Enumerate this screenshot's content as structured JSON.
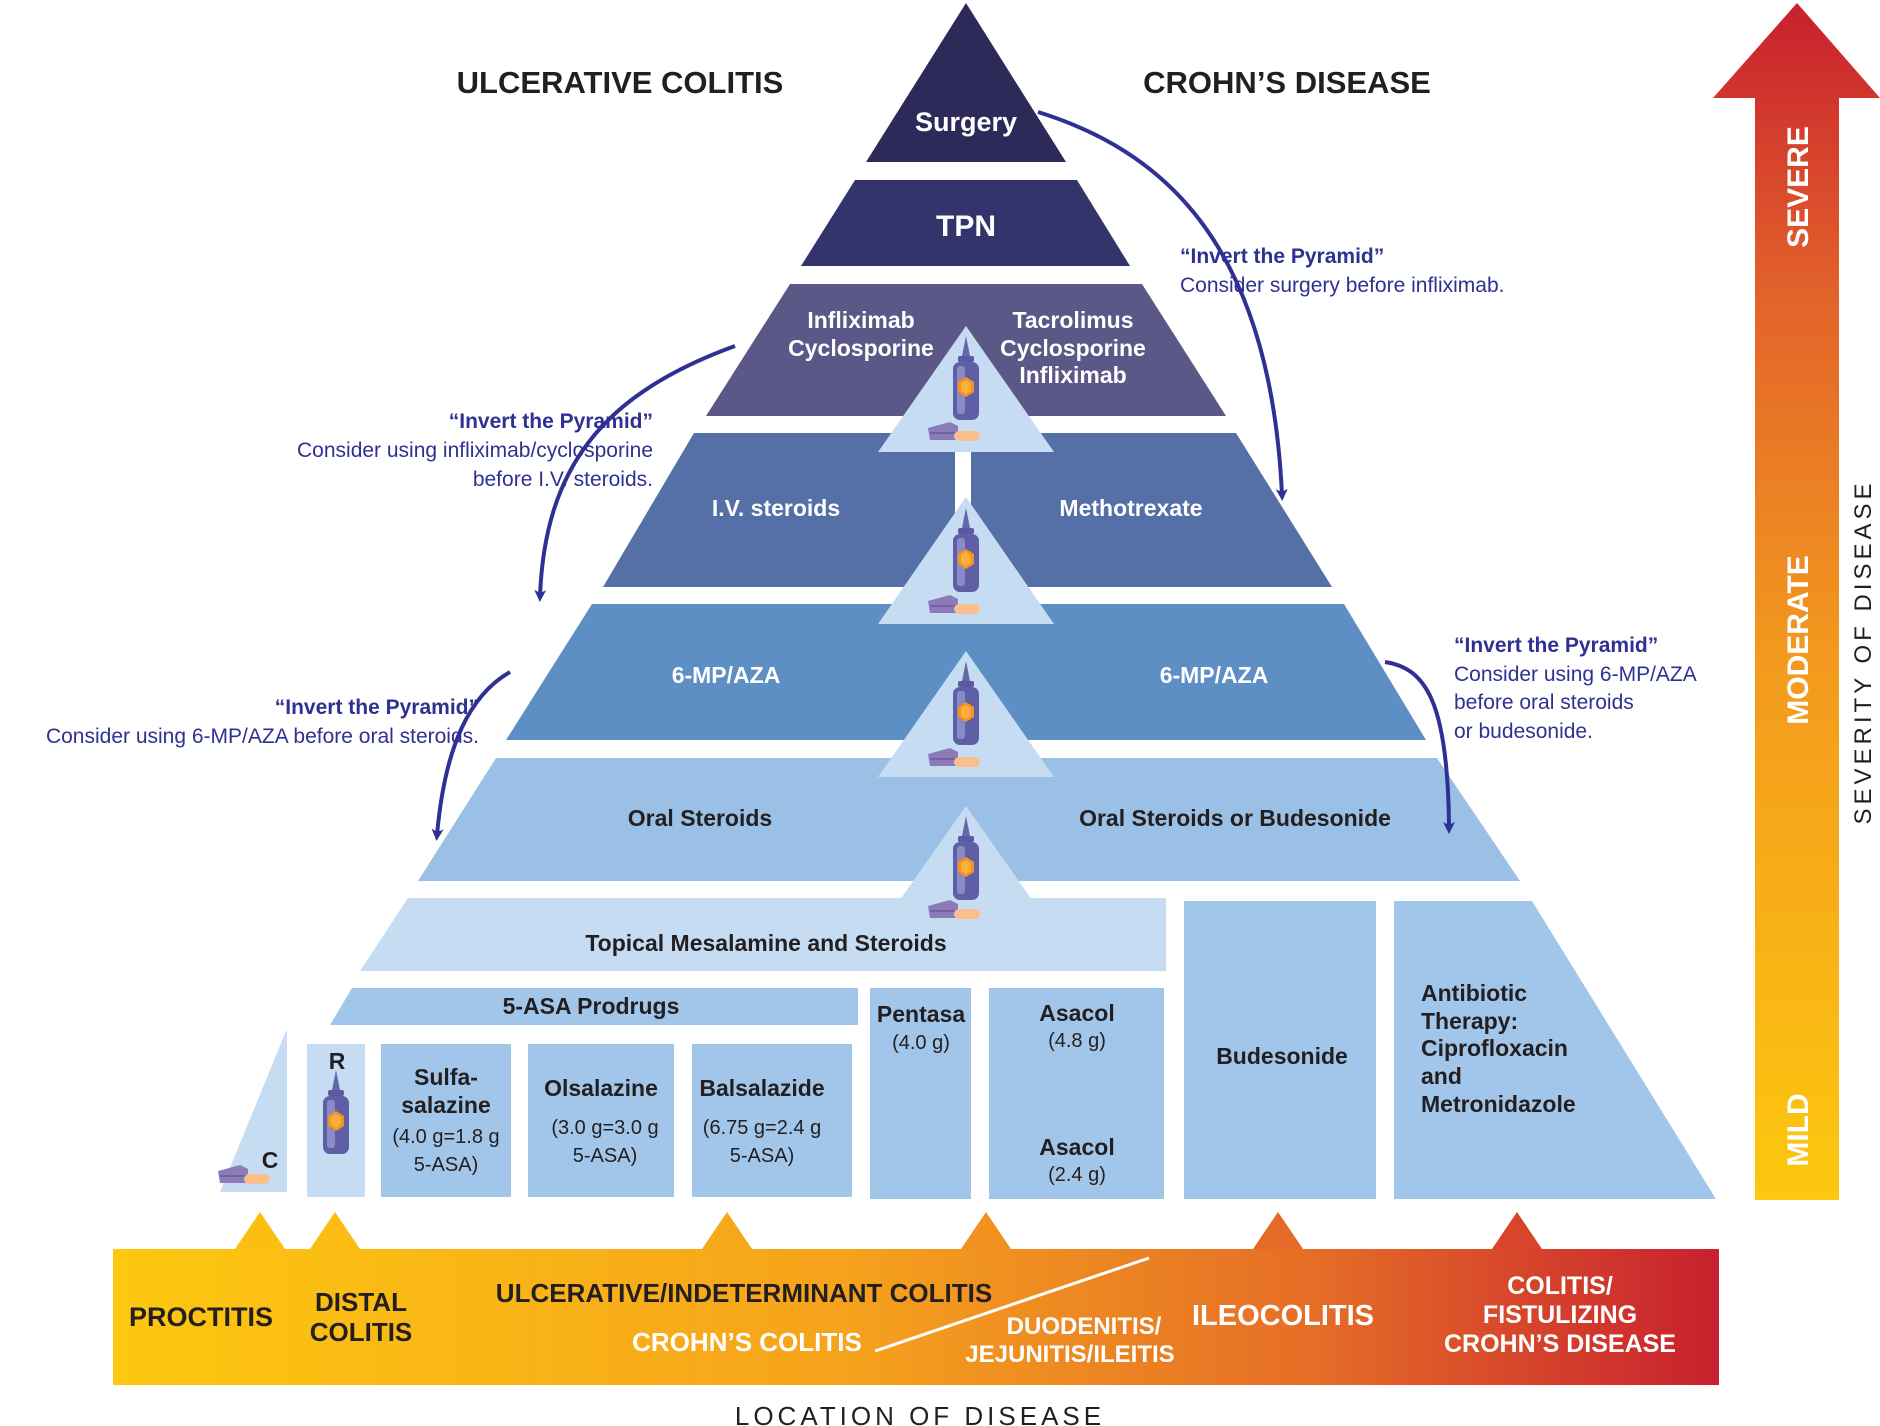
{
  "headers": {
    "left": "ULCERATIVE COLITIS",
    "right": "CROHN’S DISEASE"
  },
  "tiers": {
    "surgery": "Surgery",
    "tpn": "TPN",
    "biologic_left": [
      "Infliximab",
      "Cyclosporine"
    ],
    "biologic_right": [
      "Tacrolimus",
      "Cyclosporine",
      "Infliximab"
    ],
    "iv_steroids": "I.V. steroids",
    "methotrexate": "Methotrexate",
    "mp_left": "6-MP/AZA",
    "mp_right": "6-MP/AZA",
    "oral_left": "Oral Steroids",
    "oral_right": "Oral Steroids or Budesonide",
    "topical": "Topical Mesalamine and Steroids",
    "prodrugs_header": "5-ASA Prodrugs",
    "sulfasalazine": {
      "name": [
        "Sulfa-",
        "salazine"
      ],
      "dose": [
        "(4.0 g=1.8 g",
        "5-ASA)"
      ]
    },
    "olsalazine": {
      "name": "Olsalazine",
      "dose": [
        "(3.0 g=3.0 g",
        "5-ASA)"
      ]
    },
    "balsalazide": {
      "name": "Balsalazide",
      "dose": [
        "(6.75 g=2.4 g",
        "5-ASA)"
      ]
    },
    "pentasa": {
      "name": "Pentasa",
      "dose": "(4.0 g)"
    },
    "asacol_high": {
      "name": "Asacol",
      "dose": "(4.8 g)"
    },
    "asacol_low": {
      "name": "Asacol",
      "dose": "(2.4 g)"
    },
    "budesonide": "Budesonide",
    "antibiotic": [
      "Antibiotic",
      "Therapy:",
      "Ciprofloxacin",
      "and",
      "Metronidazole"
    ],
    "marker_c": "C",
    "marker_r": "R"
  },
  "annotations": [
    {
      "title": "“Invert the Pyramid”",
      "lines": [
        "Consider surgery before infliximab."
      ]
    },
    {
      "title": "“Invert the Pyramid”",
      "lines": [
        "Consider using infliximab/cyclosporine",
        "before I.V. steroids."
      ]
    },
    {
      "title": "“Invert the Pyramid”",
      "lines": [
        "Consider using 6-MP/AZA before oral steroids."
      ]
    },
    {
      "title": "“Invert the Pyramid”",
      "lines": [
        "Consider using 6-MP/AZA",
        "before oral steroids",
        "or budesonide."
      ]
    }
  ],
  "severity": {
    "axis_label": "SEVERITY OF DISEASE",
    "mild": "MILD",
    "moderate": "MODERATE",
    "severe": "SEVERE"
  },
  "location": {
    "axis_label": "LOCATION OF DISEASE",
    "proctitis": "PROCTITIS",
    "distal": [
      "DISTAL",
      "COLITIS"
    ],
    "ulcerative": "ULCERATIVE/INDETERMINANT COLITIS",
    "crohns_colitis": "CROHN’S COLITIS",
    "duodenitis": [
      "DUODENITIS/",
      "JEJUNITIS/ILEITIS"
    ],
    "ileocolitis": "ILEOCOLITIS",
    "fistulizing": [
      "COLITIS/",
      "FISTULIZING",
      "CROHN’S DISEASE"
    ]
  },
  "colors": {
    "surgery": "#2d2a5a",
    "tpn": "#33346c",
    "biologic": "#5b5787",
    "iv_tier": "#5470a6",
    "mp_tier": "#5d8ec4",
    "oral_tier": "#9bc0e6",
    "topical": "#c5dcf3",
    "boxes": "#a2c6ea",
    "arrow_navy": "#2e3192",
    "gradient_start": "#fdc80f",
    "gradient_end": "#c8202f"
  }
}
